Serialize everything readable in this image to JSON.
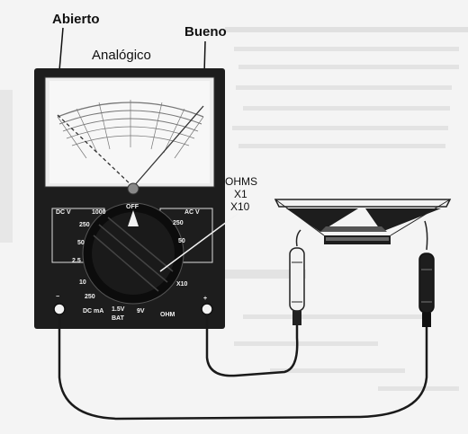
{
  "labels": {
    "open": "Abierto",
    "good": "Bueno",
    "analog": "Analógico",
    "ohms": "OHMS",
    "x1": "X1",
    "x10": "X10"
  },
  "dial": {
    "dcv": "DC V",
    "off": "OFF",
    "acv": "AC V",
    "v1000": "1000",
    "v250": "250",
    "v50": "50",
    "v25": "2.5",
    "v10": "10",
    "ma250": "250",
    "dcma": "DC mA",
    "v15": "1.5V",
    "bat": "BAT",
    "v9": "9V",
    "ohm": "OHM",
    "x10k": "X10",
    "acr50": "50",
    "acr250": "250"
  },
  "terminals": {
    "neg": "−",
    "pos": "+"
  },
  "colors": {
    "meter_body": "#1d1d1d",
    "scale_face": "#f7f7f7",
    "wire": "#1a1a1a"
  },
  "icons": {
    "speaker": "speaker-icon",
    "probe": "probe-icon"
  }
}
